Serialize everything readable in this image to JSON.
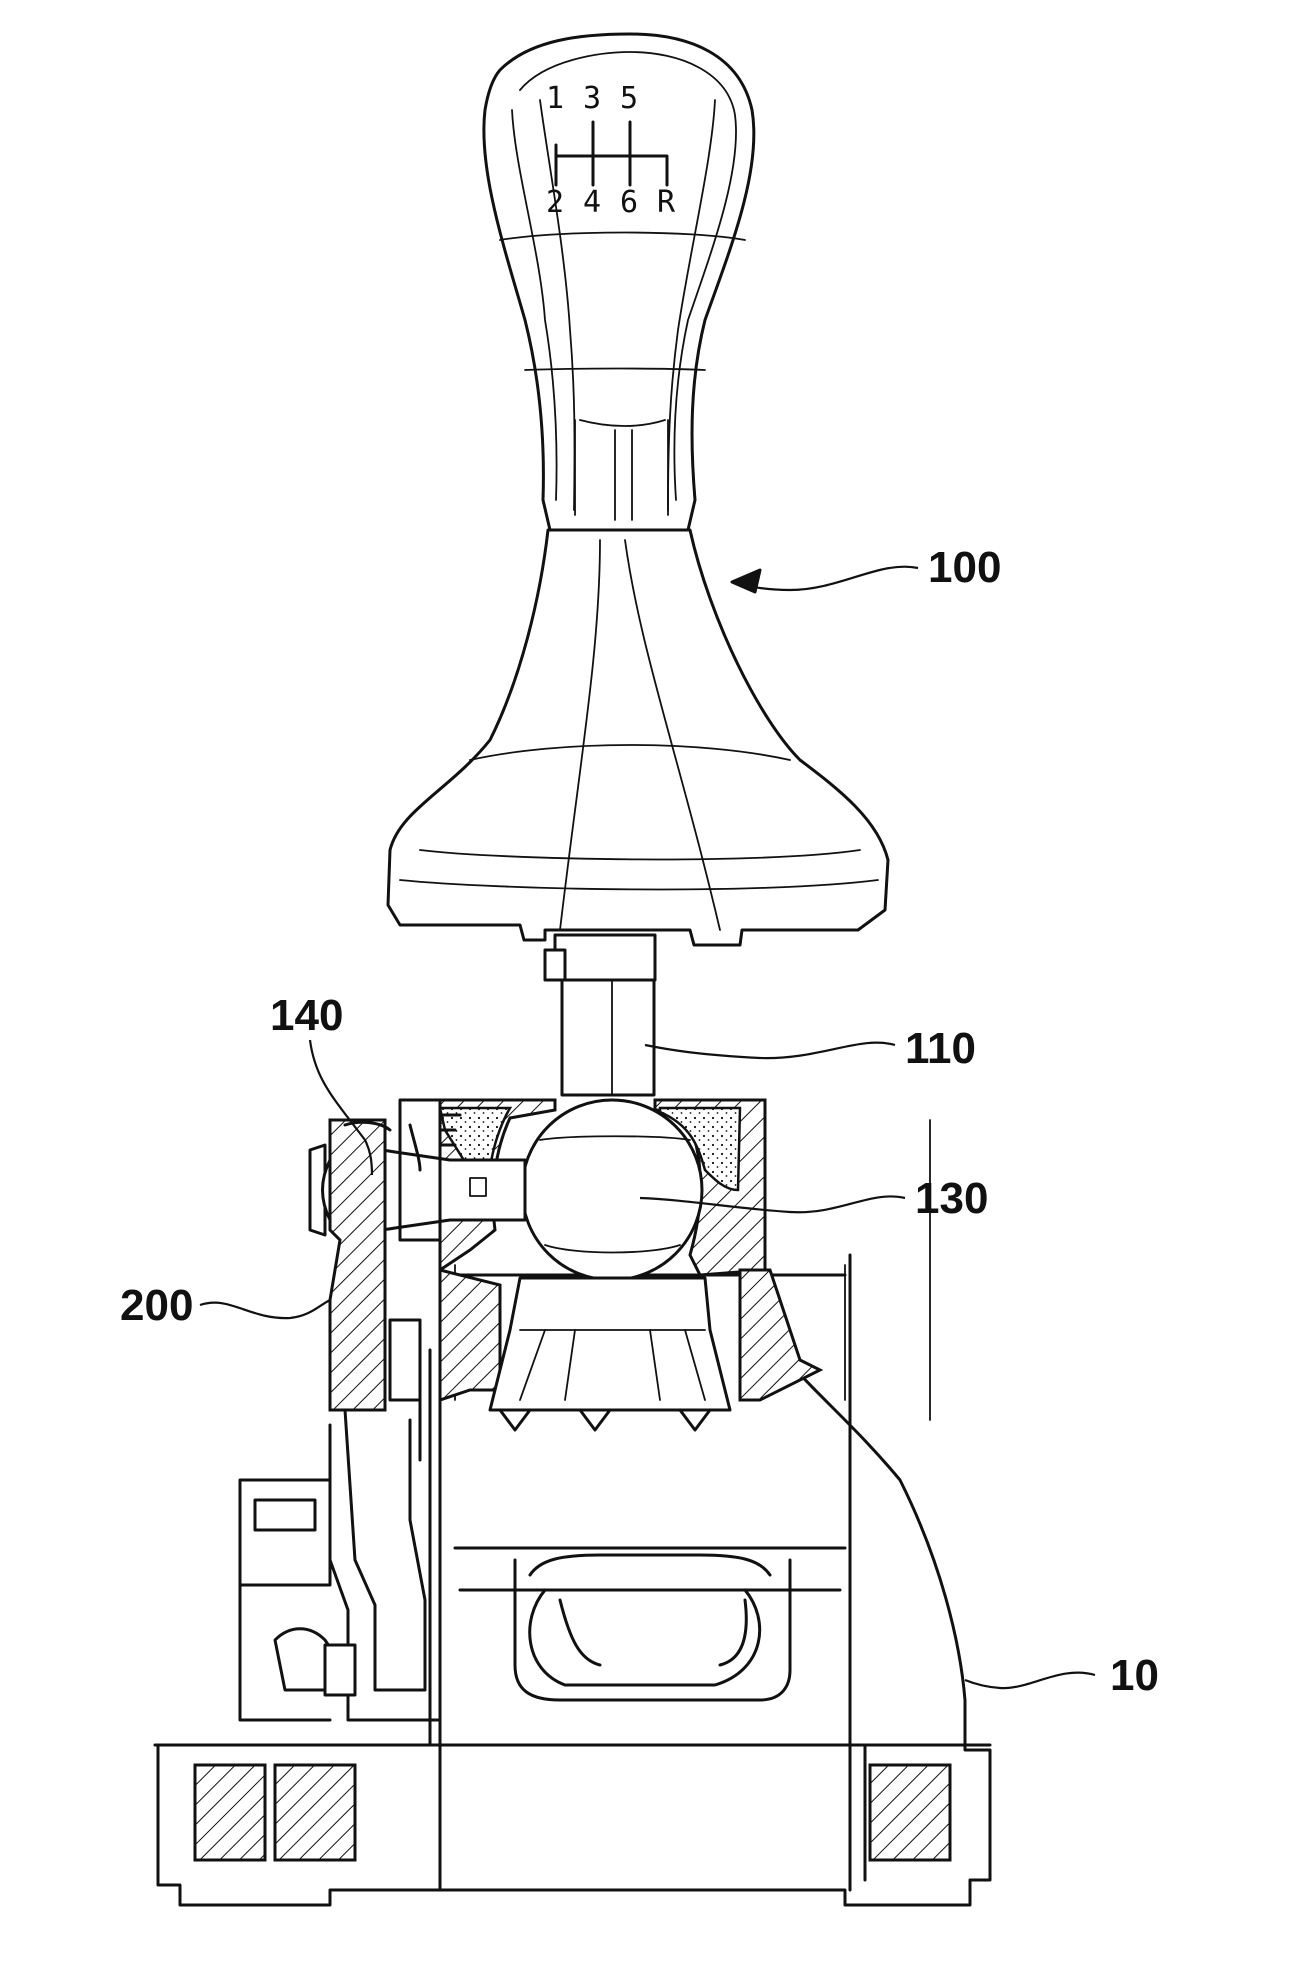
{
  "figure": {
    "shift_pattern": {
      "top_gears": [
        "1",
        "3",
        "5"
      ],
      "bottom_gears": [
        "2",
        "4",
        "6",
        "R"
      ]
    },
    "labels": [
      {
        "id": "ref-100",
        "text": "100"
      },
      {
        "id": "ref-110",
        "text": "110"
      },
      {
        "id": "ref-140",
        "text": "140"
      },
      {
        "id": "ref-130",
        "text": "130"
      },
      {
        "id": "ref-200",
        "text": "200"
      },
      {
        "id": "ref-10",
        "text": "10"
      }
    ]
  }
}
